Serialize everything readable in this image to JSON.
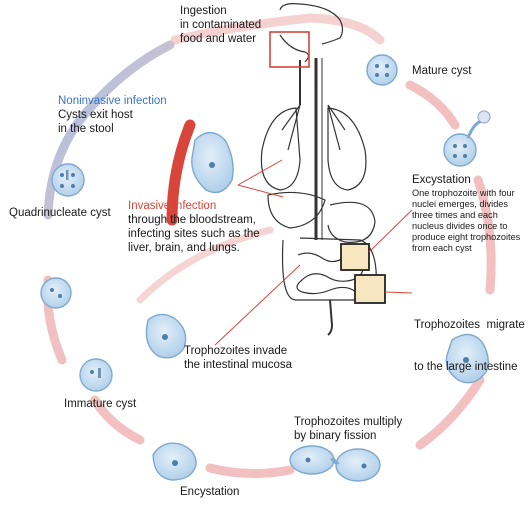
{
  "colors": {
    "cycle_arrow": "#f2c0c0",
    "invasive": "#d8453a",
    "noninvasive": "#3a73c8",
    "cell_fill": "#bcd7ee",
    "cell_stroke": "#7ea9cf",
    "nucleus": "#4e7fa8"
  },
  "labels": {
    "ingestion": [
      "Ingestion",
      "in contaminated",
      "food and water"
    ],
    "mature_cyst": "Mature cyst",
    "excystation_title": "Excystation",
    "excystation_body": [
      "One trophozoite with four",
      "nuclei emerges, divides",
      "three times and each",
      "nucleus divides once to",
      "produce eight trophozoites",
      "from each cyst"
    ],
    "migrate": [
      "Trophozoites  migrate",
      "to the large intestine"
    ],
    "multiply": [
      "Trophozoites multiply",
      "by binary fission"
    ],
    "encystation": "Encystation",
    "immature_cyst": "Immature cyst",
    "invade": [
      "Trophozoites invade",
      "the intestinal mucosa"
    ],
    "quadrinucleate": "Quadrinucleate cyst",
    "noninvasive_title": "Noninvasive infection",
    "noninvasive_body": [
      "Cysts exit host",
      "in the stool"
    ],
    "invasive_title": "Invasive infection",
    "invasive_body": [
      "through the bloodstream,",
      "infecting sites such as the",
      "liver, brain, and lungs."
    ]
  }
}
